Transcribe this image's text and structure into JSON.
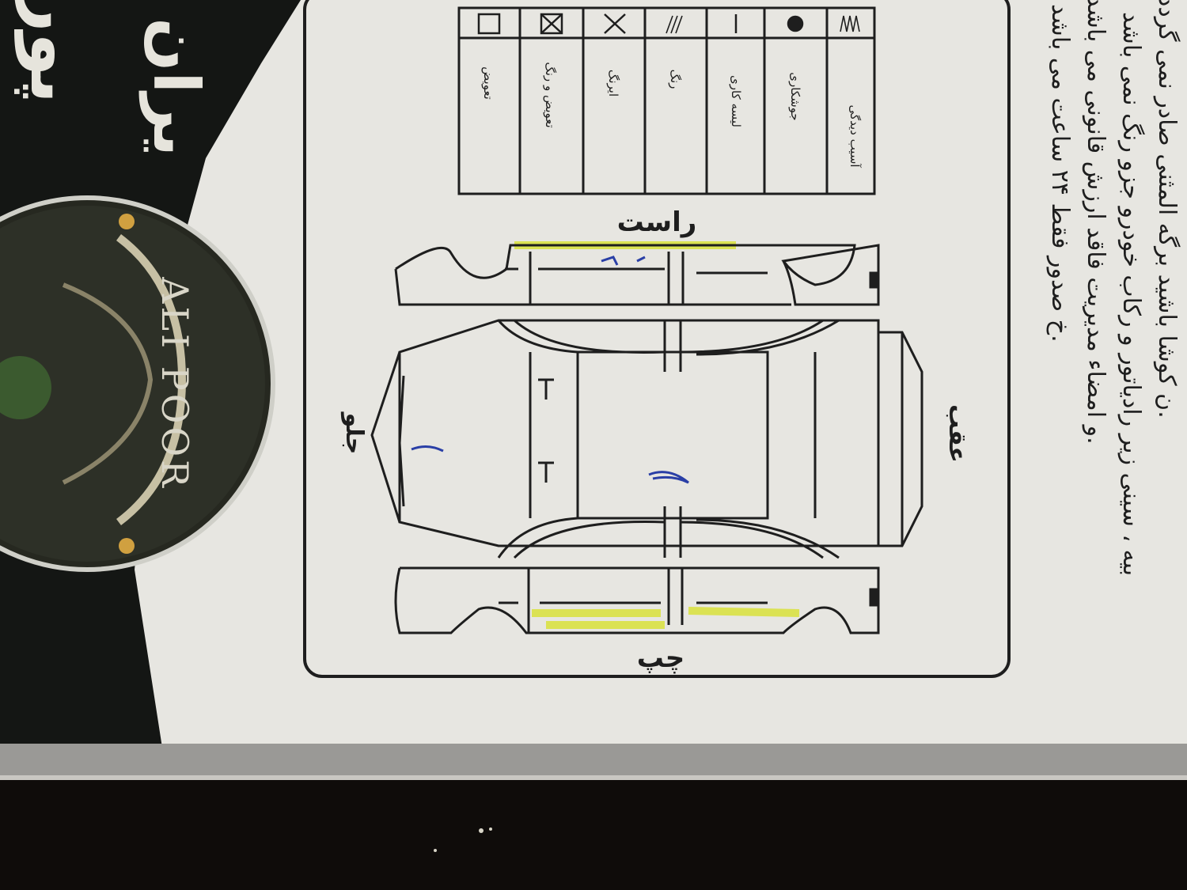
{
  "header": {
    "brand_top": "پور",
    "brand_sub": "یران",
    "logo_text": "ALI POOR"
  },
  "diagram": {
    "label_right": "راست",
    "label_left": "چپ",
    "label_front": "جلو",
    "label_rear": "عقب"
  },
  "legend": [
    {
      "label": "تعویض",
      "symbol": "square-icon"
    },
    {
      "label": "تعویض و رنگ",
      "symbol": "crossed-square-icon"
    },
    {
      "label": "ایرنگ",
      "symbol": "x-icon"
    },
    {
      "label": "رنگ",
      "symbol": "diagonal-lines-icon"
    },
    {
      "label": "لیسه کاری",
      "symbol": "dash-icon"
    },
    {
      "label": "جوشکاری",
      "symbol": "filled-circle-icon"
    },
    {
      "label": "آسیب دیدگی",
      "symbol": "zigzag-icon"
    }
  ],
  "notes": [
    "خ صدور فقط ۲۴ ساعت می باشد.",
    "و امضاء مدیریت فاقد ارزش قانونی می باشد.",
    "بیه ، سینی زیر رادیاتور و رکاب خودرو جزو رنگ نمی باشد",
    "ن کوشا باشید برگه المثنی صادر نمی گردد."
  ],
  "colors": {
    "paper": "#e9e8e4",
    "ink": "#1e1e1e",
    "highlight": "#d8e03a",
    "pen_blue": "#2a3fa6",
    "background": "#0f0c0a"
  }
}
